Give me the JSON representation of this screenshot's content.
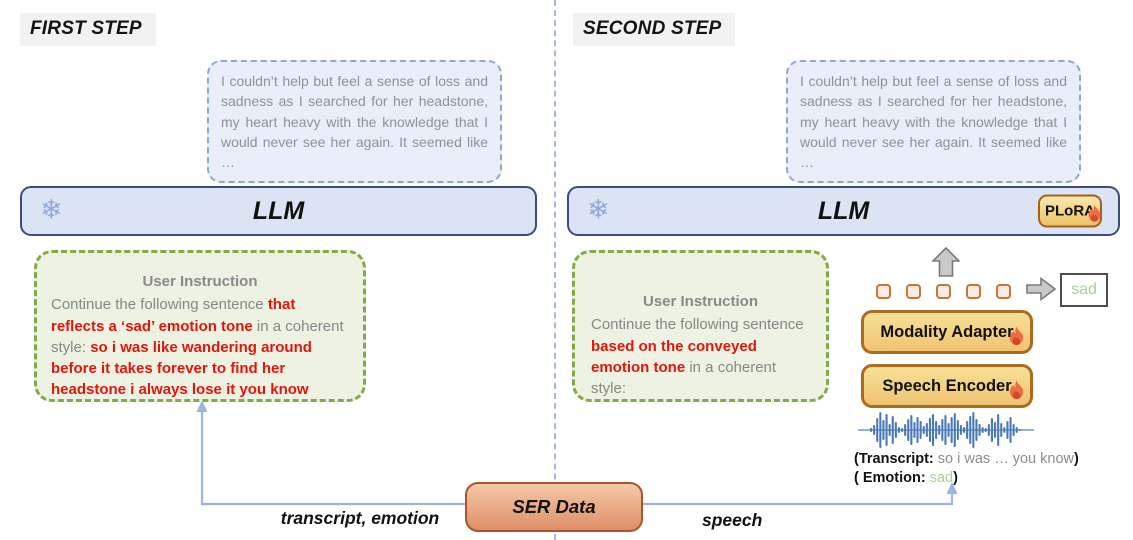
{
  "first_step": {
    "step_label": "FIRST STEP",
    "bubble_text": "I couldn’t help but feel a sense of loss and sadness as I searched for her headstone, my heart heavy with the knowledge that I would never see her again. It seemed like …",
    "llm_label": "LLM",
    "instruction_title": "User Instruction",
    "instruction_segments": {
      "s1": "Continue the following sentence ",
      "s2": "that reflects a ‘sad’ emotion tone",
      "s3": " in a coherent style: ",
      "s4": "so i was like wandering around before it takes forever to find her headstone i always lose it you know"
    },
    "flow_label": "transcript, emotion"
  },
  "second_step": {
    "step_label": "SECOND STEP",
    "bubble_text": "I couldn’t help but feel a sense of loss and sadness as I searched for her headstone, my heart heavy with the knowledge that I would never see her again. It seemed like …",
    "llm_label": "LLM",
    "plora_label": "PLoRA",
    "instruction_title": "User Instruction",
    "instruction_segments": {
      "s1": "Continue the following sentence ",
      "s2": "based on the conveyed emotion tone",
      "s3": " in a coherent style:"
    },
    "modality_adapter_label": "Modality Adapter",
    "speech_encoder_label": "Speech Encoder",
    "output_label": "sad",
    "transcript_prefix": "(Transcript:",
    "transcript_value": " so i was … you know",
    "transcript_suffix": ")",
    "emotion_prefix": "( Emotion:",
    "emotion_value": " sad",
    "emotion_suffix": ")",
    "flow_label": "speech"
  },
  "ser_data_label": "SER Data",
  "icons": {
    "snowflake": "❄"
  },
  "colors": {
    "red_text": "#e5150b",
    "green_text": "#a9d18e",
    "green_border": "#82aa48",
    "blue_border": "#3c4c80",
    "bubble_border": "#8ca6dc",
    "orange_border": "#ad6b21",
    "ser_border": "#a8562c",
    "arrow_blue": "#9db4e3",
    "waveform_blue": "#4a7ab5"
  }
}
